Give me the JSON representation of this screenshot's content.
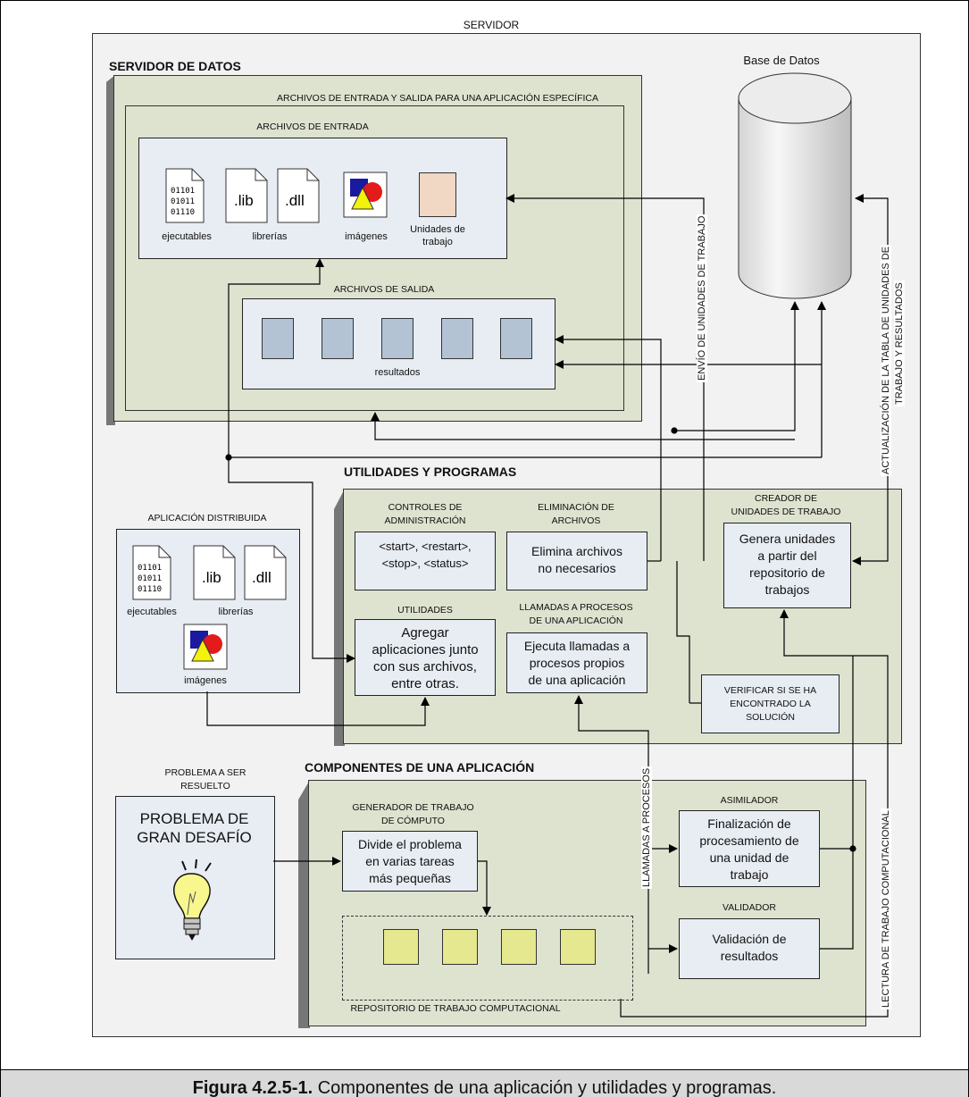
{
  "server_title": "SERVIDOR",
  "data_server": {
    "title": "SERVIDOR DE DATOS",
    "io_title": "ARCHIVOS DE ENTRADA Y SALIDA PARA UNA APLICACIÓN ESPECÍFICA",
    "input_title": "ARCHIVOS DE ENTRADA",
    "input_items": {
      "executables": "ejecutables",
      "libraries": "librerías",
      "images": "imágenes",
      "work_units": "Unidades de\ntrabajo"
    },
    "binary_text": "01101\n01011\n01110",
    "lib_ext": ".lib",
    "dll_ext": ".dll",
    "output_title": "ARCHIVOS DE SALIDA",
    "results_label": "resultados"
  },
  "database_label": "Base de Datos",
  "utilities": {
    "title": "UTILIDADES Y PROGRAMAS",
    "admin_title": "CONTROLES DE\nADMINISTRACIÓN",
    "admin_text": "<start>, <restart>,\n<stop>, <status>",
    "delete_title": "ELIMINACIÓN DE\nARCHIVOS",
    "delete_text": "Elimina archivos\nno necesarios",
    "creator_title": "CREADOR DE\nUNIDADES DE TRABAJO",
    "creator_text": "Genera unidades\na partir del\nrepositorio de\ntrabajos",
    "utils_title": "UTILIDADES",
    "utils_text": "Agregar\naplicaciones junto\ncon sus archivos,\nentre otras.",
    "calls_title": "LLAMADAS A PROCESOS\nDE UNA APLICACIÓN",
    "calls_text": "Ejecuta llamadas a\nprocesos propios\nde una aplicación",
    "verify_text": "VERIFICAR SI SE HA\nENCONTRADO LA\nSOLUCIÓN"
  },
  "distributed_app": {
    "title": "APLICACIÓN DISTRIBUIDA",
    "executables": "ejecutables",
    "libraries": "librerías",
    "images": "imágenes"
  },
  "components": {
    "title": "COMPONENTES DE UNA APLICACIÓN",
    "problem_label": "PROBLEMA A SER\nRESUELTO",
    "problem_text": "PROBLEMA DE\nGRAN DESAFÍO",
    "generator_title": "GENERADOR DE TRABAJO\nDE CÓMPUTO",
    "generator_text": "Divide el problema\nen varias tareas\nmás pequeñas",
    "assimilator_title": "ASIMILADOR",
    "assimilator_text": "Finalización de\nprocesamiento de\nuna unidad de\ntrabajo",
    "validator_title": "VALIDADOR",
    "validator_text": "Validación de\nresultados",
    "repo_label": "REPOSITORIO DE TRABAJO COMPUTACIONAL"
  },
  "vertical_labels": {
    "send_units": "ENVÍO DE UNIDADES DE TRABAJO",
    "update_table_1": "ACTUALIZACIÓN DE LA TABLA DE UNIDADES DE",
    "update_table_2": "TRABAJO Y RESULTADOS",
    "process_calls": "LLAMADAS A PROCESOS",
    "read_work": "LECTURA DE TRABAJO COMPUTACIONAL"
  },
  "caption": {
    "number": "Figura 4.2.5-1.",
    "text": " Componentes de una aplicación y utilidades y programas."
  }
}
